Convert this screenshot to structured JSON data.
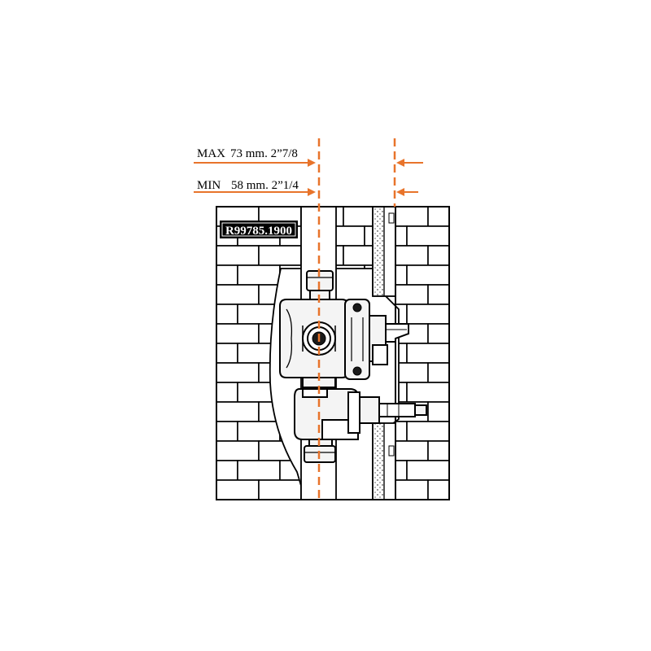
{
  "dimensions": {
    "max_label": "MAX",
    "max_value": "73 mm. 2”7/8",
    "min_label": "MIN",
    "min_value": "58 mm. 2”1/4"
  },
  "product_code": "R99785.1900",
  "colors": {
    "accent": "#e8742b",
    "line": "#000000",
    "background": "#ffffff"
  }
}
